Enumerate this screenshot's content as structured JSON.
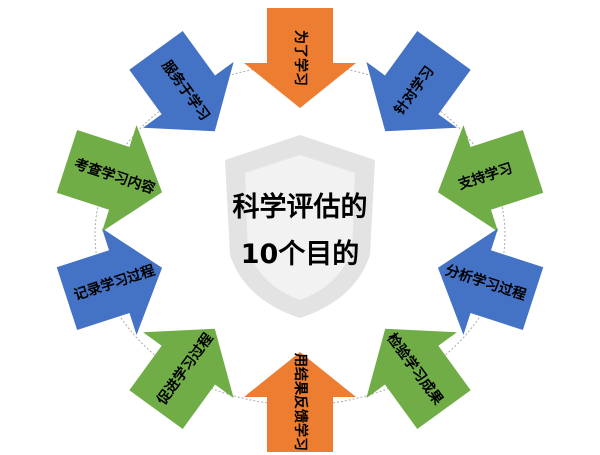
{
  "title_line1": "科学评估的",
  "title_line2": "10个目的",
  "colors": {
    "orange": "#ED7D31",
    "blue": "#4472C4",
    "green": "#70AD47",
    "shield": "#D9D9D9"
  },
  "purposes": [
    {
      "label": "为了学习",
      "color": "orange"
    },
    {
      "label": "针对学习",
      "color": "blue"
    },
    {
      "label": "支持学习",
      "color": "green"
    },
    {
      "label": "分析学习过程",
      "color": "blue"
    },
    {
      "label": "检验学习成果",
      "color": "green"
    },
    {
      "label": "用结果反馈学习",
      "color": "orange"
    },
    {
      "label": "促进学习过程",
      "color": "green"
    },
    {
      "label": "记录学习过程",
      "color": "blue"
    },
    {
      "label": "考查学习内容",
      "color": "green"
    },
    {
      "label": "服务于学习",
      "color": "blue"
    }
  ]
}
